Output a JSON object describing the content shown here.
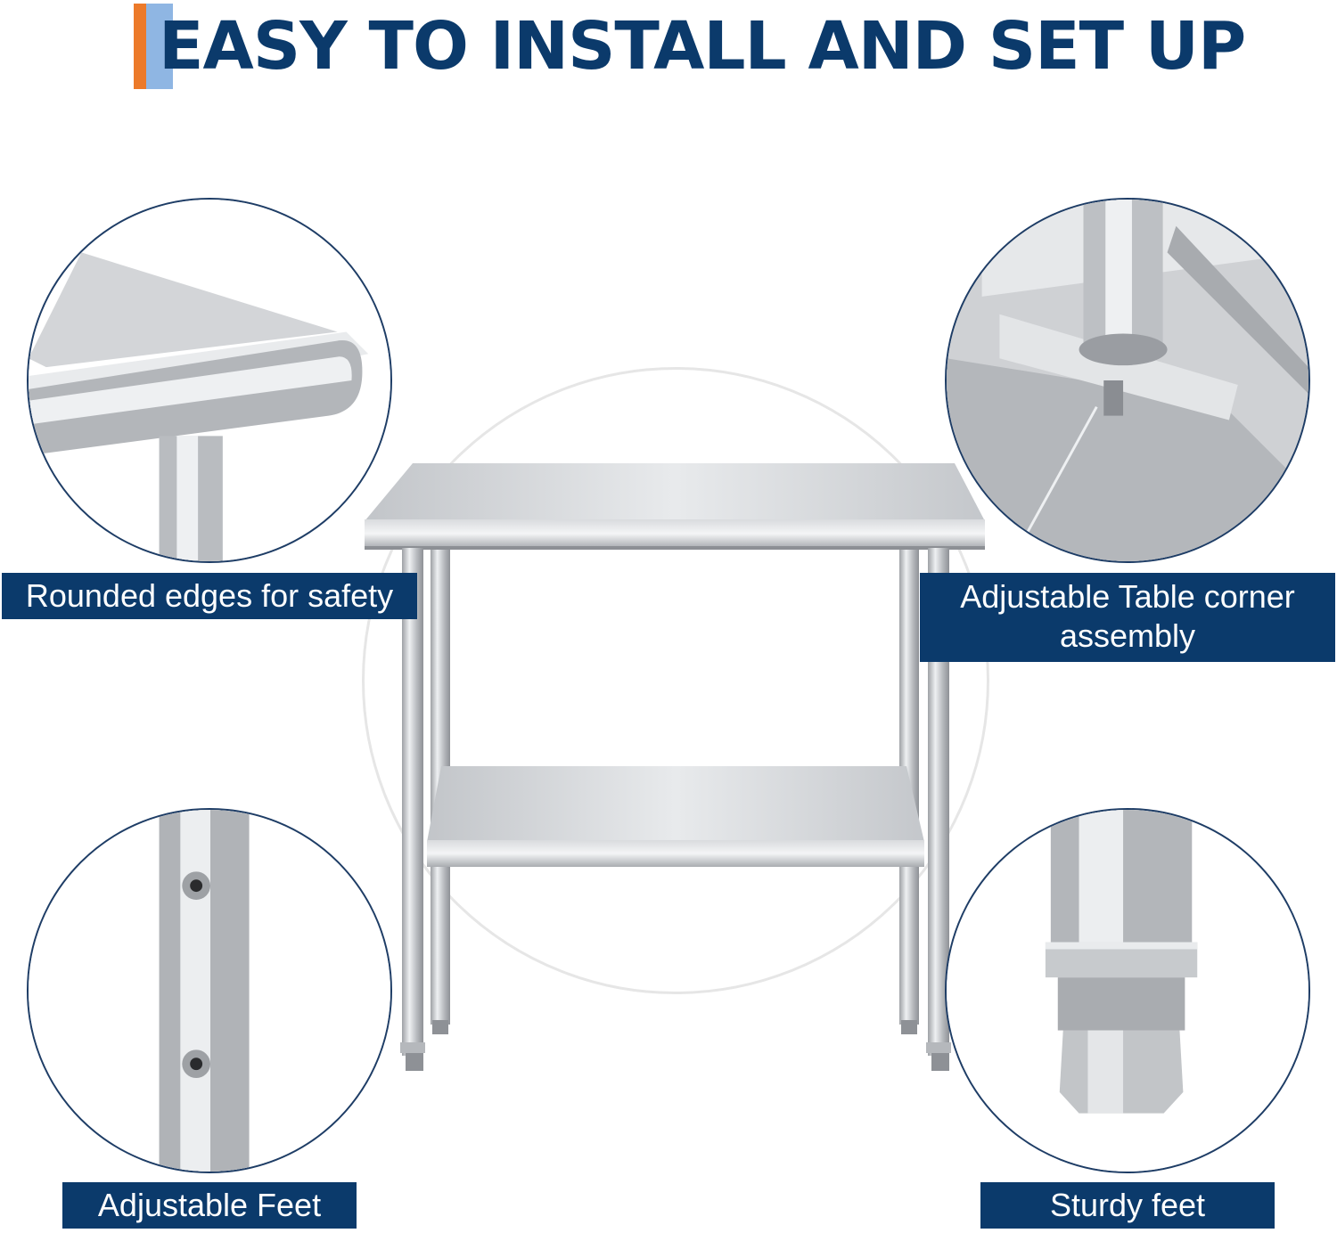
{
  "header": {
    "title": "EASY TO INSTALL AND SET UP",
    "accent_colors": [
      "#ec7a2a",
      "#8fb6e3"
    ],
    "title_color": "#0b3a6b"
  },
  "callouts": [
    {
      "id": "rounded-edges",
      "label": "Rounded edges for safety"
    },
    {
      "id": "corner-assembly",
      "label_line1": "Adjustable Table corner",
      "label_line2": "assembly"
    },
    {
      "id": "adjustable-feet",
      "label": "Adjustable Feet"
    },
    {
      "id": "sturdy-feet",
      "label": "Sturdy feet"
    }
  ],
  "colors": {
    "label_bg": "#0b3a6b",
    "label_text": "#ffffff",
    "circle_border": "#1e3d66",
    "steel": "#c8cacd"
  }
}
